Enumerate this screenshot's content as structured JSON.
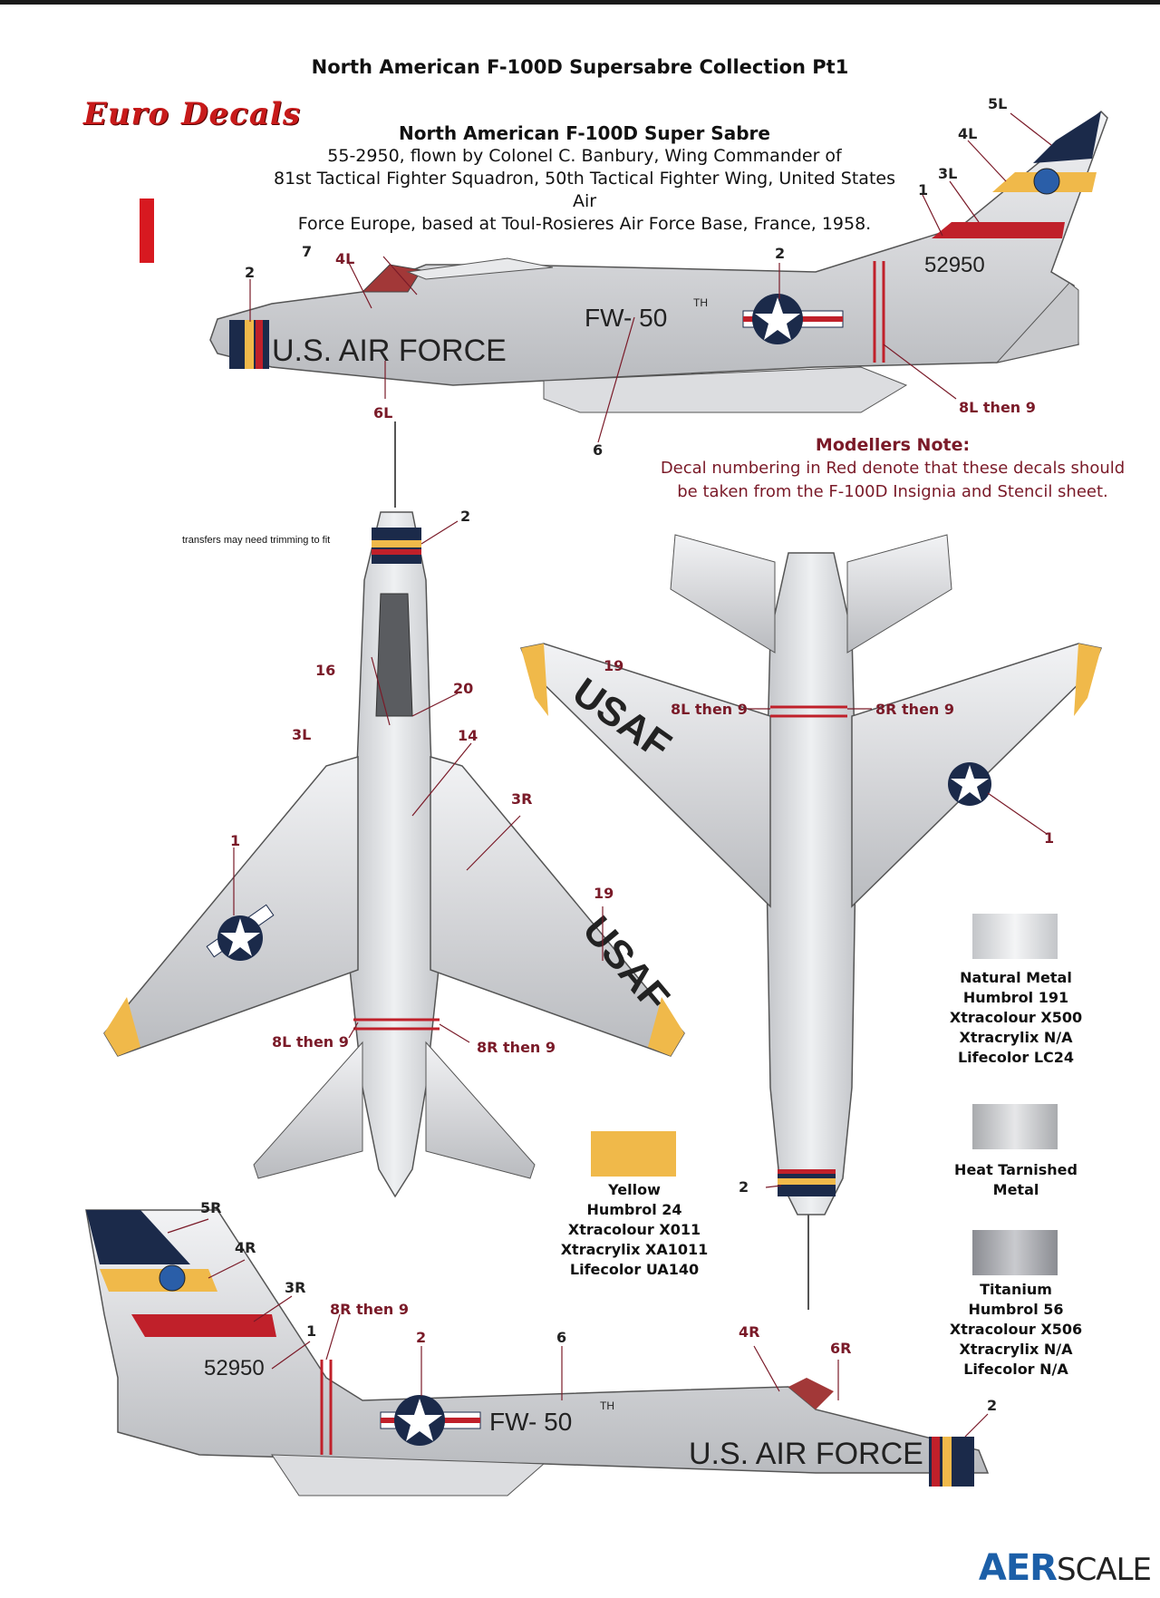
{
  "header": {
    "collection_title": "North American F-100D Supersabre Collection Pt1",
    "brand": "Euro Decals"
  },
  "description": {
    "title": "North American F-100D Super Sabre",
    "line1": "55-2950, flown by Colonel C. Banbury, Wing Commander of",
    "line2": "81st Tactical Fighter Squadron, 50th Tactical Fighter Wing, United States Air",
    "line3": "Force Europe, based at Toul-Rosieres Air Force Base, France, 1958."
  },
  "note": {
    "heading": "Modellers Note:",
    "line1": "Decal numbering in Red denote that these decals should",
    "line2": "be taken from the F-100D Insignia and Stencil sheet."
  },
  "markings": {
    "serial": "52950",
    "code": "FW- 50",
    "code_sup": "TH",
    "fuselage_text": "U.S. AIR FORCE",
    "wing_text": "USAF"
  },
  "callouts": {
    "c_5L": "5L",
    "c_4L": "4L",
    "c_3L": "3L",
    "c_1": "1",
    "c_2": "2",
    "c_7": "7",
    "c_6L": "6L",
    "c_6": "6",
    "c_8L9": "8L then 9",
    "c_8R9": "8R then 9",
    "c_16": "16",
    "c_20": "20",
    "c_14": "14",
    "c_3R": "3R",
    "c_19": "19",
    "c_5R": "5R",
    "c_4R": "4R",
    "c_6R": "6R"
  },
  "trim_note": "transfers may need trimming to fit",
  "colours": [
    {
      "id": "yellow",
      "lines": [
        "Yellow",
        "Humbrol 24",
        "Xtracolour X011",
        "Xtracrylix XA1011",
        "Lifecolor UA140"
      ],
      "hex": "#f0b94a"
    },
    {
      "id": "natural",
      "lines": [
        "Natural Metal",
        "Humbrol 191",
        "Xtracolour X500",
        "Xtracrylix N/A",
        "Lifecolor LC24"
      ],
      "hex": "#dcdde0"
    },
    {
      "id": "heat",
      "lines": [
        "Heat Tarnished Metal"
      ],
      "hex": "#b9babd"
    },
    {
      "id": "titanium",
      "lines": [
        "Titanium",
        "Humbrol 56",
        "Xtracolour X506",
        "Xtracrylix N/A",
        "Lifecolor N/A"
      ],
      "hex": "#a2a4aa"
    }
  ],
  "logo": {
    "a": "AER",
    "b": "SCALE"
  },
  "palette": {
    "red": "#c0202a",
    "navy": "#1b2a4a",
    "metal": "#d9dadd",
    "label_red": "#7a1a28",
    "yellow": "#f0b94a"
  }
}
